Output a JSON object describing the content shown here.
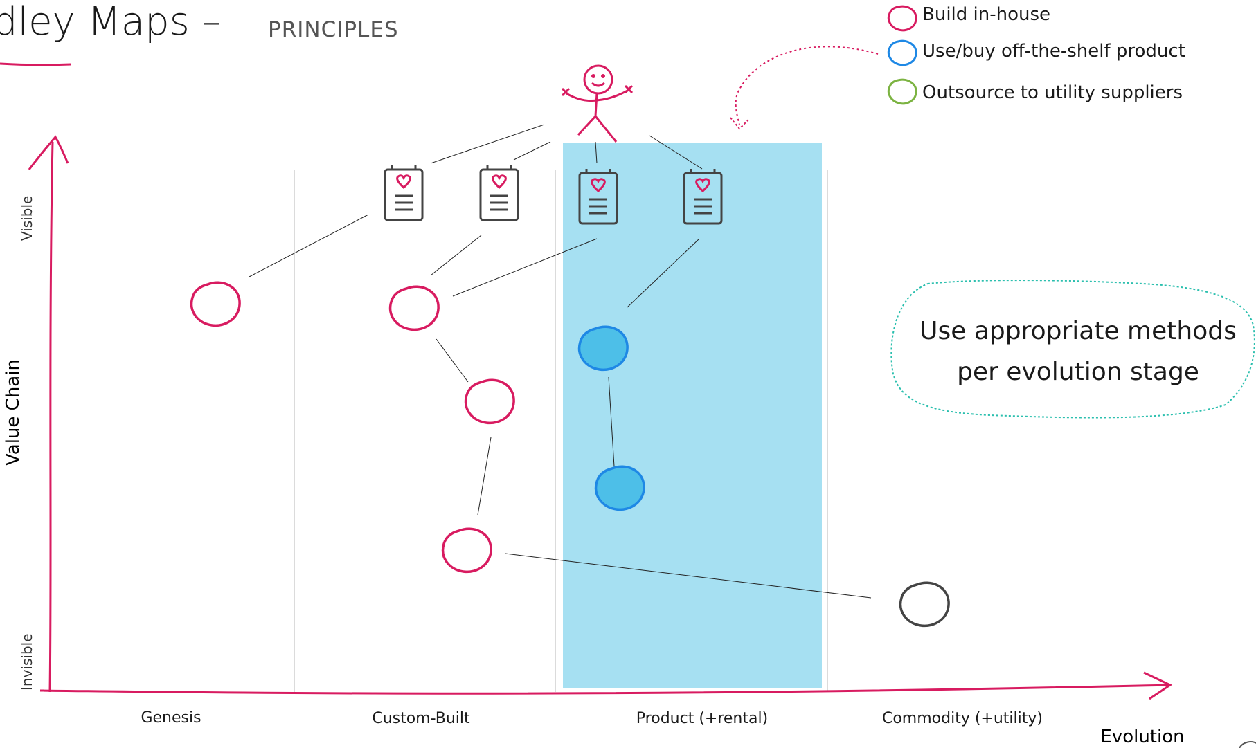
{
  "title": {
    "main": "dley Maps –",
    "sub": "PRINCIPLES"
  },
  "legend": [
    {
      "label": "Build in-house",
      "color": "#d81b60"
    },
    {
      "label": "Use/buy off-the-shelf product",
      "color": "#1e88e5"
    },
    {
      "label": "Outsource to utility suppliers",
      "color": "#7cb342"
    }
  ],
  "axes": {
    "y_title": "Value Chain",
    "y_top": "Visible",
    "y_bottom": "Invisible",
    "x_title": "Evolution",
    "stages": [
      "Genesis",
      "Custom-Built",
      "Product (+rental)",
      "Commodity (+utility)"
    ]
  },
  "callout": {
    "line1": "Use appropriate methods",
    "line2": "per evolution stage"
  },
  "colors": {
    "accent": "#d81b60",
    "product_band": "#a6e0f2",
    "product_node": "#4dbfe8",
    "dark_node": "#444444",
    "callout_border": "#2bbfae"
  }
}
